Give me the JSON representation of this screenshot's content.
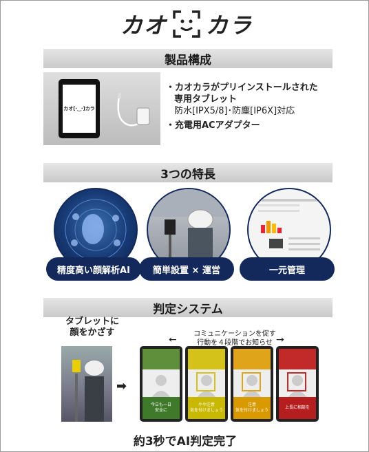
{
  "logo": {
    "left": "カオ",
    "right": "カラ"
  },
  "sections": {
    "products": "製品構成",
    "features": "3つの特長",
    "judge": "判定システム"
  },
  "products": {
    "line1": "・カオカラがプリインストールされた",
    "line2": "専用タブレット",
    "line3": "防水[IPX5/8]･防塵[IP6X]対応",
    "line4": "・充電用ACアダプター"
  },
  "features": [
    {
      "label": "精度高い顔解析AI"
    },
    {
      "label": "簡単設置 × 運営"
    },
    {
      "label": "一元管理"
    }
  ],
  "judge": {
    "hand_label_1": "タブレットに",
    "hand_label_2": "顔をかざす",
    "note_1": "コミュニケーションを促す",
    "note_2": "行動を４段階でお知らせ",
    "levels": [
      {
        "msg_1": "今日も一日",
        "msg_2": "安全に",
        "color": "#3f7a2a",
        "top": "#5f8f3a"
      },
      {
        "msg_1": "やや注意",
        "msg_2": "気を付けましょう",
        "color": "#c9b800",
        "top": "#d4c21a"
      },
      {
        "msg_1": "注意",
        "msg_2": "気を付けましょう",
        "color": "#d99a00",
        "top": "#e0a41a"
      },
      {
        "msg_1": "上長に相談を",
        "msg_2": "",
        "color": "#b51e1e",
        "top": "#c22a2a"
      }
    ]
  },
  "footer": "約3秒でAI判定完了"
}
